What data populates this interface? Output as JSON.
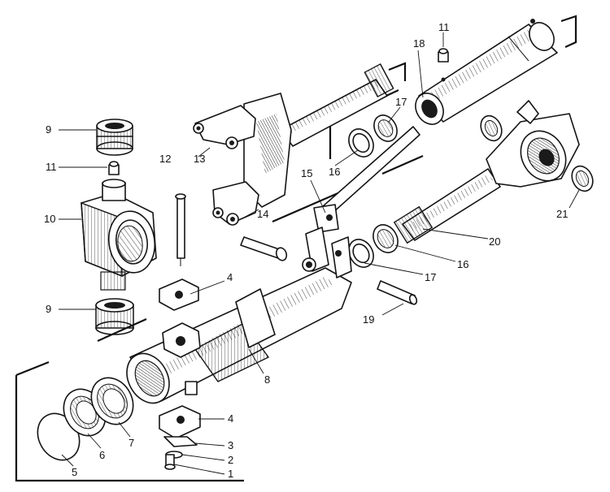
{
  "callouts": [
    {
      "id": "1",
      "text": "1"
    },
    {
      "id": "2",
      "text": "2"
    },
    {
      "id": "3",
      "text": "3"
    },
    {
      "id": "4a",
      "text": "4"
    },
    {
      "id": "4b",
      "text": "4"
    },
    {
      "id": "5",
      "text": "5"
    },
    {
      "id": "6",
      "text": "6"
    },
    {
      "id": "7",
      "text": "7"
    },
    {
      "id": "8",
      "text": "8"
    },
    {
      "id": "9a",
      "text": "9"
    },
    {
      "id": "9b",
      "text": "9"
    },
    {
      "id": "10",
      "text": "10"
    },
    {
      "id": "11a",
      "text": "11"
    },
    {
      "id": "11b",
      "text": "11"
    },
    {
      "id": "12",
      "text": "12"
    },
    {
      "id": "13",
      "text": "13"
    },
    {
      "id": "14",
      "text": "14"
    },
    {
      "id": "15",
      "text": "15"
    },
    {
      "id": "16a",
      "text": "16"
    },
    {
      "id": "16b",
      "text": "16"
    },
    {
      "id": "17a",
      "text": "17"
    },
    {
      "id": "17b",
      "text": "17"
    },
    {
      "id": "18",
      "text": "18"
    },
    {
      "id": "19",
      "text": "19"
    },
    {
      "id": "20",
      "text": "20"
    },
    {
      "id": "21",
      "text": "21"
    }
  ]
}
